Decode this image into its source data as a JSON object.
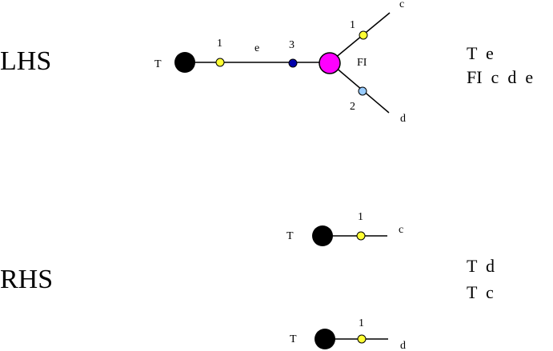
{
  "sections": {
    "lhs_label": "LHS",
    "rhs_label": "RHS"
  },
  "lhs_graph": {
    "t_node_label": "T",
    "fi_node_label": "FI",
    "port_t_label": "1",
    "edge_label": "e",
    "port_fi_in_label": "3",
    "port_c_label": "1",
    "port_d_label": "2",
    "end_c_label": "c",
    "end_d_label": "d"
  },
  "rhs_graph_1": {
    "t_node_label": "T",
    "port_label": "1",
    "end_label": "c"
  },
  "rhs_graph_2": {
    "t_node_label": "T",
    "port_label": "1",
    "end_label": "d"
  },
  "lhs_terms": [
    "T  e",
    "FI  c  d  e"
  ],
  "rhs_terms": [
    "T  d",
    "T  c"
  ],
  "colors": {
    "t_node": "#000000",
    "fi_node": "#ff00ff",
    "port_yellow": "#ffff33",
    "port_blue": "#0000aa",
    "port_lightblue": "#99ccff"
  }
}
